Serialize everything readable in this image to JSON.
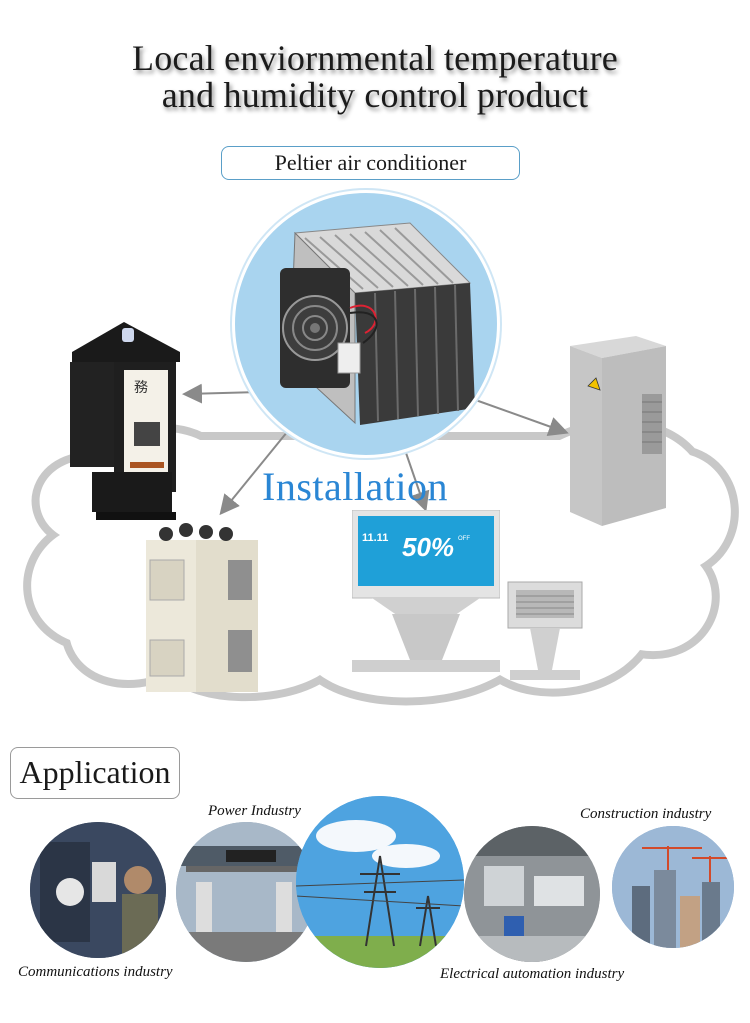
{
  "title": {
    "line1": "Local enviornmental  temperature",
    "line2": "and humidity control product"
  },
  "product_pill": "Peltier air conditioner",
  "installation_label": "Installation",
  "kiosk_screen": {
    "promo_small": "11.11",
    "promo_big": "50%",
    "promo_off": "OFF"
  },
  "application_label": "Application",
  "industries": {
    "power": "Power Industry",
    "construction": "Construction industry",
    "communications": "Communications industry",
    "electrical": "Electrical automation industry"
  },
  "colors": {
    "accent_blue": "#2a86d4",
    "pill_border": "#5a9fc8",
    "circle_fill": "#a9d4ef",
    "cloud_grey": "#c8c8c8"
  }
}
